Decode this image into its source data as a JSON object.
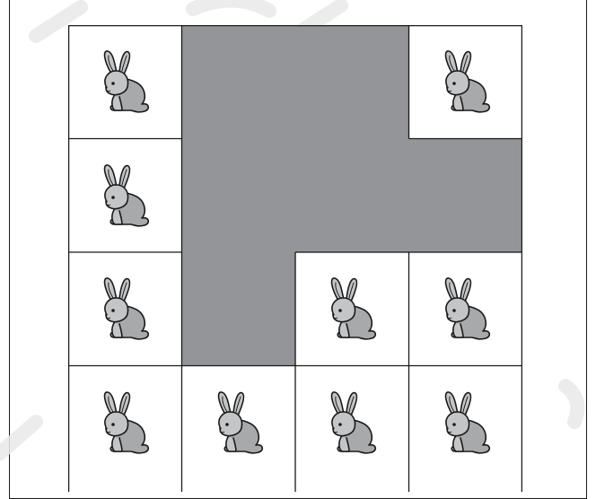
{
  "puzzle": {
    "columns": 4,
    "rows_visible": 4,
    "shaded_color": "#939598",
    "line_color": "#1a1a1a",
    "rabbit_color": "#c4c5c7",
    "rabbit_shade": "#a8a9ab",
    "cells": [
      {
        "row": 0,
        "col": 0,
        "content": "rabbit-icon"
      },
      {
        "row": 0,
        "col": 1,
        "content": "shaded"
      },
      {
        "row": 0,
        "col": 2,
        "content": "shaded"
      },
      {
        "row": 0,
        "col": 3,
        "content": "rabbit-icon"
      },
      {
        "row": 1,
        "col": 0,
        "content": "rabbit-icon"
      },
      {
        "row": 1,
        "col": 1,
        "content": "shaded"
      },
      {
        "row": 1,
        "col": 2,
        "content": "shaded"
      },
      {
        "row": 1,
        "col": 3,
        "content": "shaded"
      },
      {
        "row": 2,
        "col": 0,
        "content": "rabbit-icon"
      },
      {
        "row": 2,
        "col": 1,
        "content": "shaded"
      },
      {
        "row": 2,
        "col": 2,
        "content": "rabbit-icon"
      },
      {
        "row": 2,
        "col": 3,
        "content": "rabbit-icon"
      },
      {
        "row": 3,
        "col": 0,
        "content": "rabbit-icon"
      },
      {
        "row": 3,
        "col": 1,
        "content": "rabbit-icon"
      },
      {
        "row": 3,
        "col": 2,
        "content": "rabbit-icon"
      },
      {
        "row": 3,
        "col": 3,
        "content": "rabbit-icon"
      }
    ]
  }
}
